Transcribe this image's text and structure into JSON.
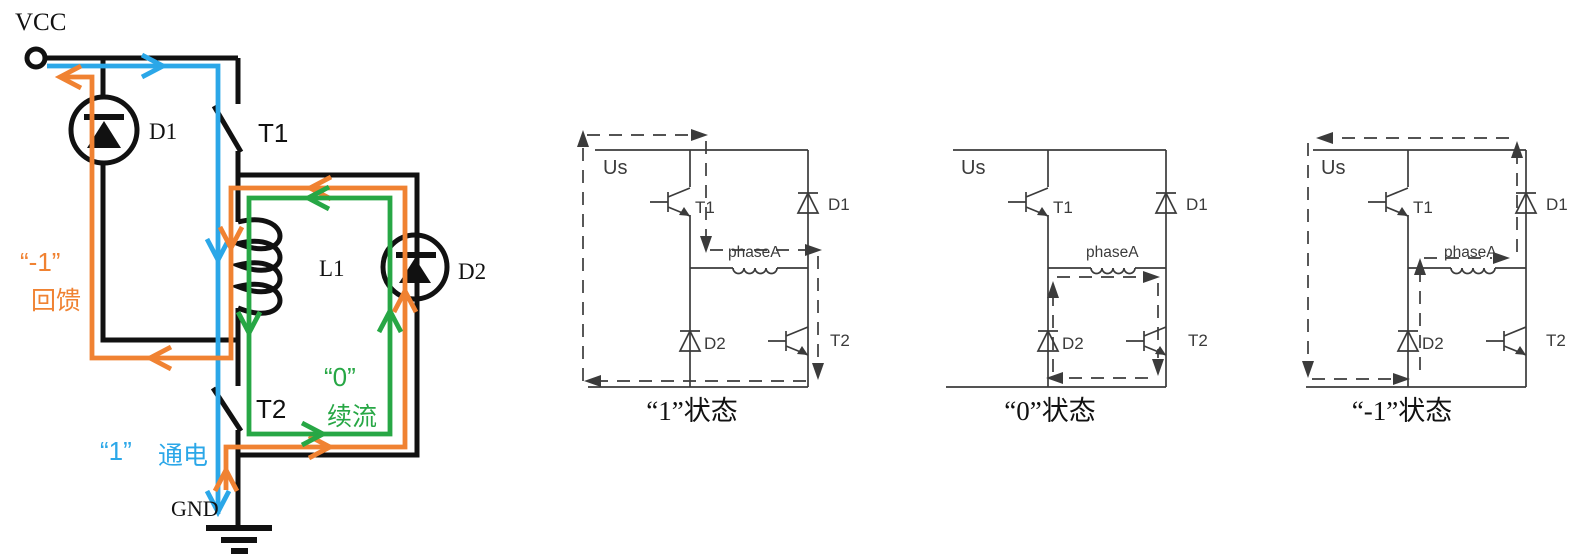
{
  "left_diagram": {
    "supply_label": "VCC",
    "ground_label": "GND",
    "components": {
      "d1": "D1",
      "t1": "T1",
      "l1": "L1",
      "d2": "D2",
      "t2": "T2"
    },
    "paths": {
      "energize": {
        "state": "“1”",
        "name": "通电",
        "color": "#2BA7E8"
      },
      "freewheel": {
        "state": "“0”",
        "name": "续流",
        "color": "#27A745"
      },
      "feedback": {
        "state": "“-1”",
        "name": "回馈",
        "color": "#F08232"
      }
    }
  },
  "right_diagrams": [
    {
      "caption": "“1”状态",
      "supply_label": "Us",
      "t1": "T1",
      "d1": "D1",
      "d2": "D2",
      "t2": "T2",
      "phase_label": "phaseA"
    },
    {
      "caption": "“0”状态",
      "supply_label": "Us",
      "t1": "T1",
      "d1": "D1",
      "d2": "D2",
      "t2": "T2",
      "phase_label": "phaseA"
    },
    {
      "caption": "“-1”状态",
      "supply_label": "Us",
      "t1": "T1",
      "d1": "D1",
      "d2": "D2",
      "t2": "T2",
      "phase_label": "phaseA"
    }
  ]
}
